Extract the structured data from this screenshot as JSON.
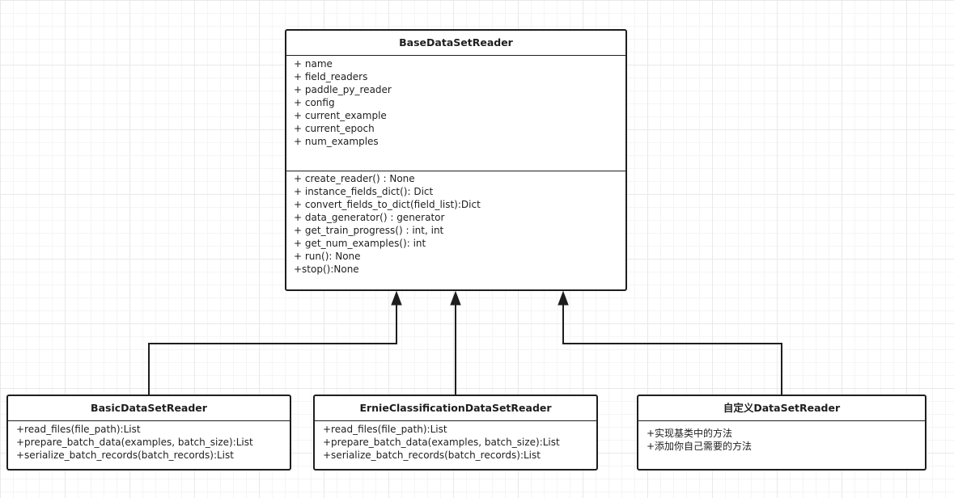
{
  "base_class": {
    "name": "BaseDataSetReader",
    "attributes": [
      "+ name",
      "+ field_readers",
      "+ paddle_py_reader",
      "+ config",
      "+ current_example",
      "+ current_epoch",
      "+ num_examples"
    ],
    "methods": [
      "+ create_reader() : None",
      "+ instance_fields_dict(): Dict",
      "+ convert_fields_to_dict(field_list):Dict",
      "+ data_generator() : generator",
      "+ get_train_progress() : int, int",
      "+ get_num_examples(): int",
      "+ run(): None",
      "+stop():None"
    ]
  },
  "subclasses": [
    {
      "name": "BasicDataSetReader",
      "members": [
        "+read_files(file_path):List",
        "+prepare_batch_data(examples, batch_size):List",
        "+serialize_batch_records(batch_records):List"
      ]
    },
    {
      "name": "ErnieClassificationDataSetReader",
      "members": [
        "+read_files(file_path):List",
        "+prepare_batch_data(examples, batch_size):List",
        "+serialize_batch_records(batch_records):List"
      ]
    },
    {
      "name": "自定义DataSetReader",
      "members": [
        "+实现基类中的方法",
        "+添加你自己需要的方法"
      ]
    }
  ],
  "colors": {
    "stroke": "#1e1e1e",
    "background": "#ffffff",
    "grid": "#e9e9e9"
  }
}
